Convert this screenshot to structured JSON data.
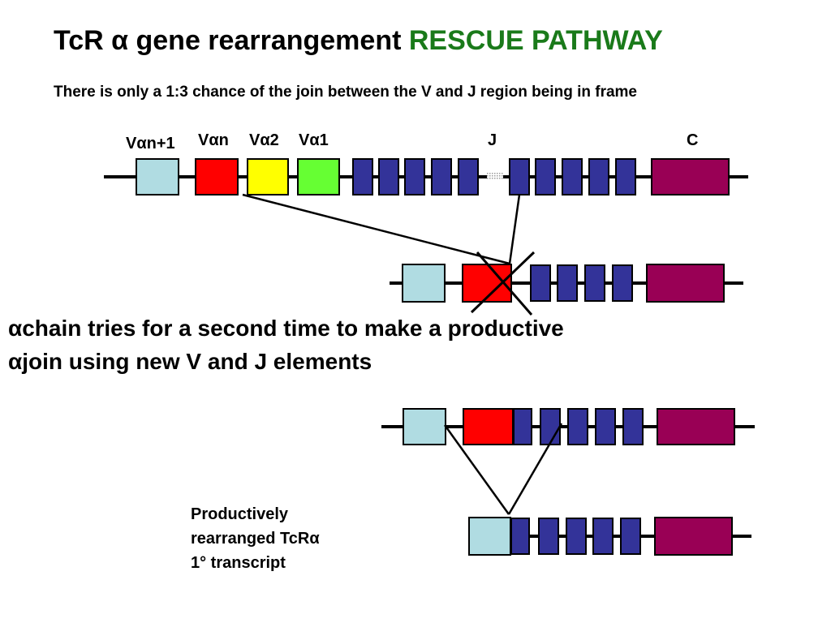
{
  "title": {
    "main": "TcR α gene rearrangement",
    "accent": "RESCUE PATHWAY"
  },
  "subtitle": "There is only a 1:3 chance of the join between the V and J region being in frame",
  "gene_labels": {
    "v_n_plus_1": "Vαn+1",
    "v_n": "Vαn",
    "v_2": "Vα2",
    "v_1": "Vα1",
    "j": "J",
    "c": "C"
  },
  "caption": {
    "line1": "αchain tries for a second time to make a productive",
    "line2": "αjoin using new V and J elements"
  },
  "note": {
    "line1": "Productively",
    "line2": "rearranged TcRα",
    "line3": "1° transcript"
  },
  "colors": {
    "title_accent": "#1a7a1a",
    "v_segment_light": "#b0dce2",
    "v_segment_red": "#ff0000",
    "v_segment_yellow": "#ffff00",
    "v_segment_green": "#66ff33",
    "j_segment": "#333399",
    "c_segment": "#990055"
  }
}
